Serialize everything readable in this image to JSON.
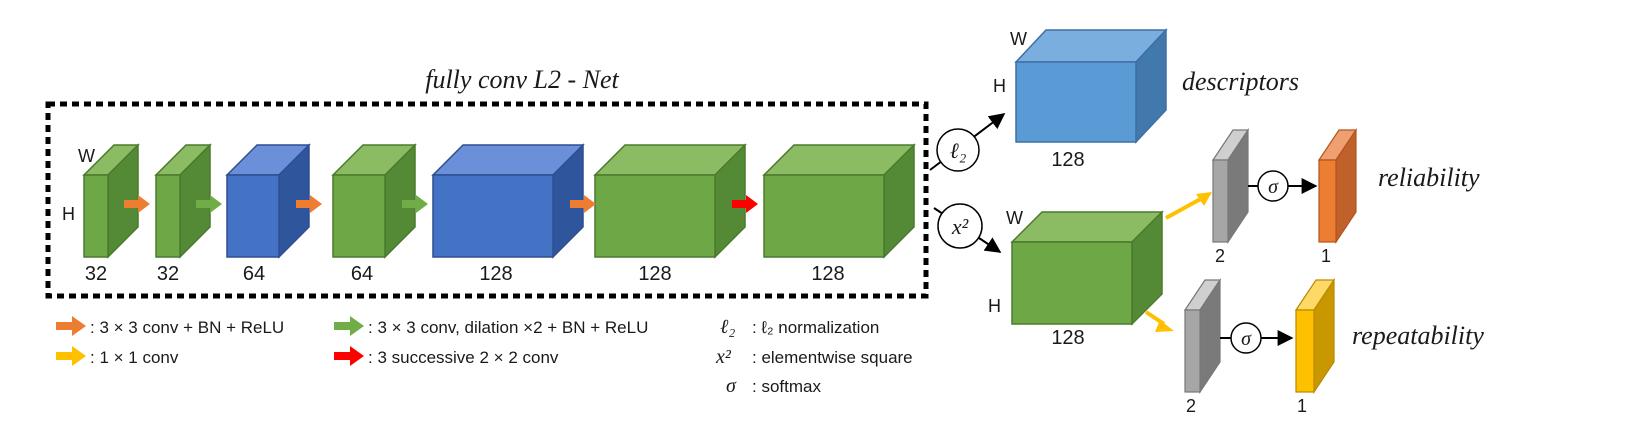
{
  "title": "fully conv L2 - Net",
  "colors": {
    "green": [
      "#8bbb63",
      "#6ea846",
      "#548a35"
    ],
    "blue": [
      "#6b8fd8",
      "#4472c4",
      "#2f569d"
    ],
    "lightblue": [
      "#7aaede",
      "#5b9bd5",
      "#4179ad"
    ],
    "gray": [
      "#cfcfcf",
      "#a6a6a6",
      "#7a7a7a"
    ],
    "orange": [
      "#f0a070",
      "#ed7d31",
      "#c0602a"
    ],
    "gold": [
      "#ffd966",
      "#ffc000",
      "#c99700"
    ],
    "arrow_orange": "#ed7d31",
    "arrow_green": "#70ad47",
    "arrow_red": "#ff0000",
    "arrow_yellow": "#ffc000"
  },
  "network": {
    "layers": [
      {
        "channels": "32",
        "color": "green"
      },
      {
        "channels": "32",
        "color": "green"
      },
      {
        "channels": "64",
        "color": "blue"
      },
      {
        "channels": "64",
        "color": "green"
      },
      {
        "channels": "128",
        "color": "blue"
      },
      {
        "channels": "128",
        "color": "green"
      },
      {
        "channels": "128",
        "color": "green"
      }
    ],
    "connectors": [
      "orange",
      "green",
      "orange",
      "green",
      "orange",
      "red"
    ],
    "w_label": "W",
    "h_label": "H"
  },
  "descriptors": {
    "label": "descriptors",
    "channels": "128",
    "w_label": "W",
    "h_label": "H",
    "op": "ℓ₂"
  },
  "squared": {
    "channels": "128",
    "w_label": "W",
    "h_label": "H",
    "op": "x²"
  },
  "reliability": {
    "label": "reliability",
    "in_channels": "2",
    "out_channels": "1",
    "op": "σ"
  },
  "repeatability": {
    "label": "repeatability",
    "in_channels": "2",
    "out_channels": "1",
    "op": "σ"
  },
  "legend": [
    {
      "arrow": "orange",
      "text": ": 3 × 3 conv + BN + ReLU"
    },
    {
      "arrow": "green",
      "text": ": 3 × 3 conv, dilation ×2 + BN + ReLU"
    },
    {
      "arrow": "yellow",
      "text": ": 1 × 1 conv"
    },
    {
      "arrow": "red",
      "text": ": 3 successive 2 × 2 conv"
    }
  ],
  "symbols": [
    {
      "symbol": "ℓ₂",
      "text": ": ℓ₂ normalization"
    },
    {
      "symbol": "x²",
      "text": ": elementwise square"
    },
    {
      "symbol": "σ",
      "text": ": softmax"
    }
  ]
}
